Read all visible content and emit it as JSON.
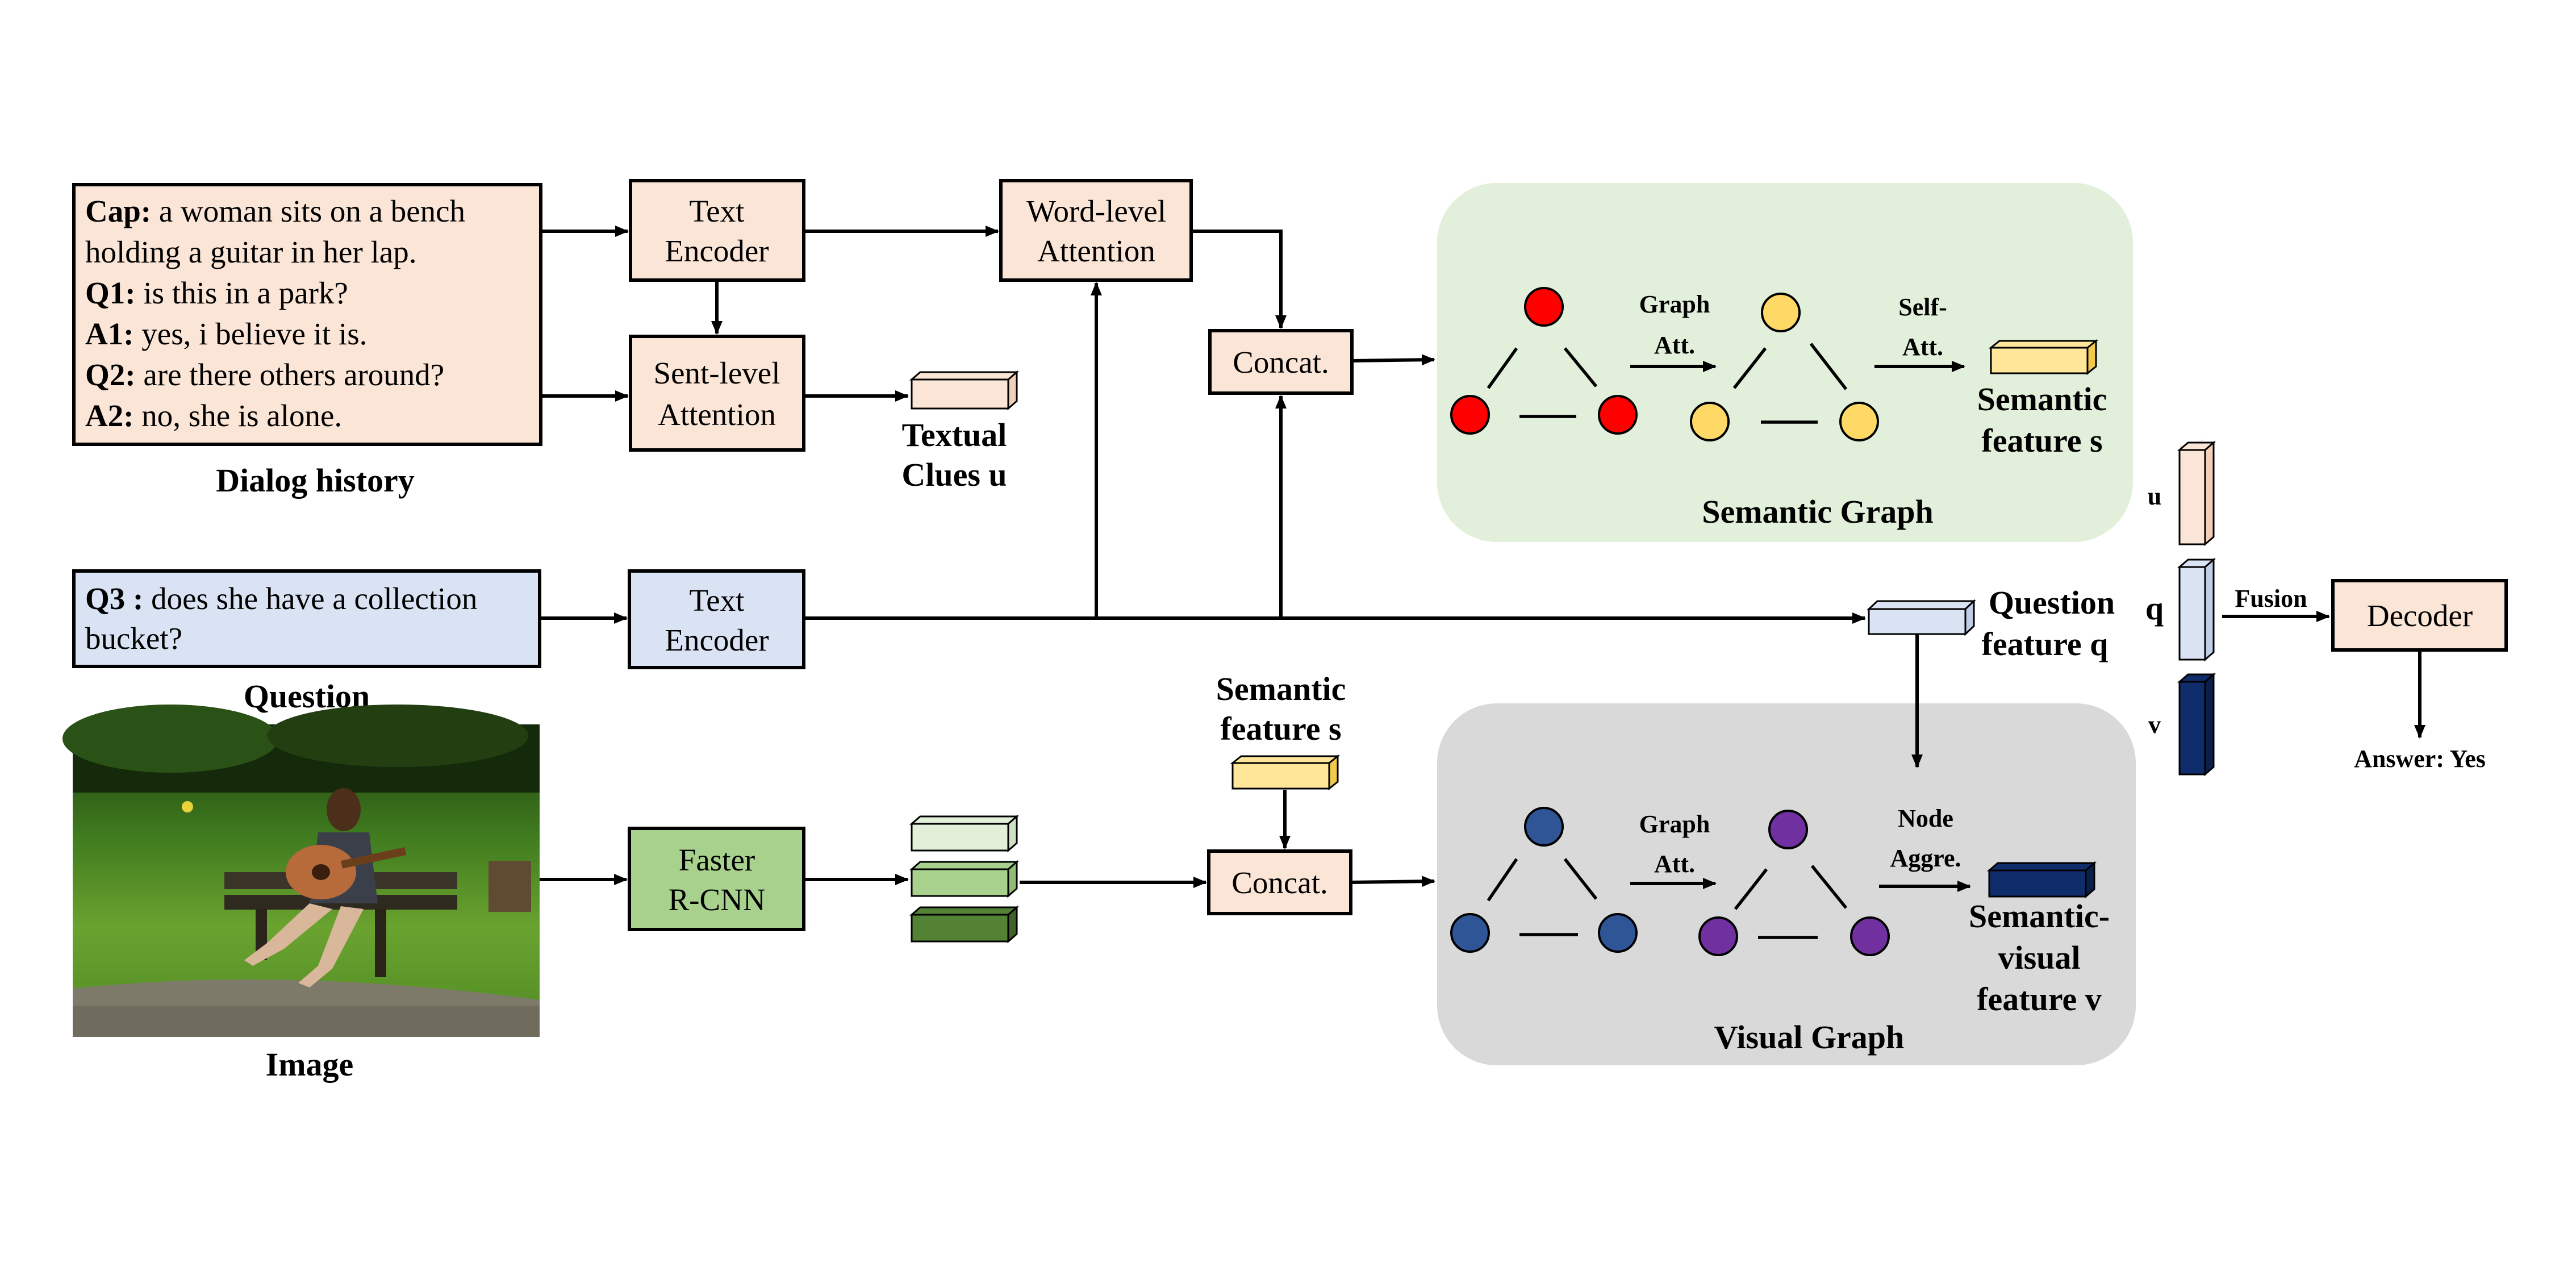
{
  "colors": {
    "peach": "#fbe5d6",
    "light_blue": "#dae3f3",
    "green_box": "#a9d18e",
    "semantic_panel": "#e2efda",
    "visual_panel": "#d9d9d9",
    "red_node": "#ff0000",
    "yellow_node": "#ffd966",
    "blue_node": "#2f5597",
    "purple_node": "#7030a0",
    "yellow_feature": "#ffe699",
    "navy_feature": "#0f2d6b",
    "green_light": "#e2f0d9",
    "green_mid": "#a9d18e",
    "green_dark": "#548235"
  },
  "dialog": {
    "lines": [
      {
        "key": "Cap:",
        "text": " a woman sits on a bench"
      },
      {
        "key": "",
        "text": "holding a guitar in her lap."
      },
      {
        "key": "Q1:",
        "text": " is this in a park?"
      },
      {
        "key": "A1:",
        "text": " yes, i believe it is."
      },
      {
        "key": "Q2:",
        "text": " are there others around?"
      },
      {
        "key": "A2:",
        "text": " no, she is alone."
      }
    ],
    "caption": "Dialog history"
  },
  "question": {
    "key": "Q3 :",
    "line1": " does she have a collection",
    "line2": "bucket?",
    "caption": "Question"
  },
  "image": {
    "caption": "Image"
  },
  "boxes": {
    "text_encoder_top": [
      "Text",
      "Encoder"
    ],
    "sent_attention": [
      "Sent-level",
      "Attention"
    ],
    "word_attention": [
      "Word-level",
      "Attention"
    ],
    "concat_top": "Concat.",
    "text_encoder_bottom": [
      "Text",
      "Encoder"
    ],
    "faster_rcnn": [
      "Faster",
      "R-CNN"
    ],
    "concat_bottom": "Concat.",
    "decoder": "Decoder"
  },
  "labels": {
    "textual_clues": [
      "Textual",
      "Clues u"
    ],
    "semantic_feature_top": [
      "Semantic",
      "feature s"
    ],
    "semantic_feature_bottom": [
      "Semantic",
      "feature s"
    ],
    "question_feature": [
      "Question",
      "feature q"
    ],
    "semantic_visual_feature": [
      "Semantic-",
      "visual",
      "feature v"
    ],
    "graph_att_top": [
      "Graph",
      "Att."
    ],
    "self_att": [
      "Self-",
      "Att."
    ],
    "graph_att_bottom": [
      "Graph",
      "Att."
    ],
    "node_aggre": [
      "Node",
      "Aggre."
    ],
    "u": "u",
    "q": "q",
    "v": "v",
    "fusion": "Fusion",
    "answer": "Answer: Yes"
  },
  "panels": {
    "semantic_graph": "Semantic Graph",
    "visual_graph": "Visual Graph"
  }
}
